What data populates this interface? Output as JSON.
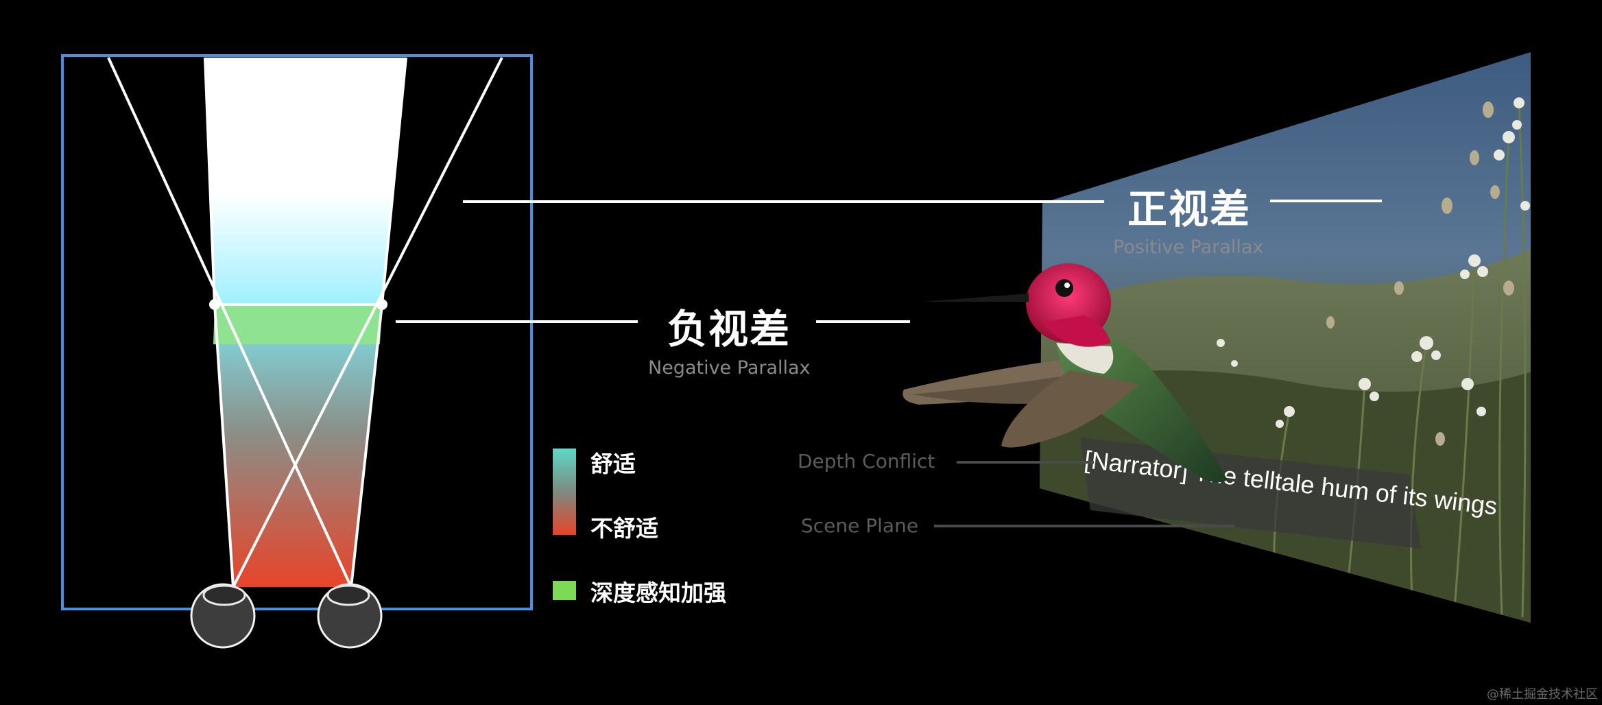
{
  "labels": {
    "positive_parallax": {
      "zh": "正视差",
      "en": "Positive Parallax"
    },
    "negative_parallax": {
      "zh": "负视差",
      "en": "Negative Parallax"
    },
    "depth_conflict": "Depth Conflict",
    "scene_plane": "Scene Plane"
  },
  "legend": {
    "comfortable": "舒适",
    "uncomfortable": "不舒适",
    "depth_enhanced": "深度感知加强"
  },
  "caption": "[Narrator] The telltale hum of its wings",
  "watermark": "@稀土掘金技术社区",
  "colors": {
    "frame_border": "#4a90e2",
    "comfort": "#5ed8c8",
    "discomfort": "#e8442a",
    "depth_enhanced": "#7ed957",
    "cyan": "#9ff0ff"
  },
  "icons": [
    "left-eye-icon",
    "right-eye-icon",
    "hummingbird-image"
  ]
}
